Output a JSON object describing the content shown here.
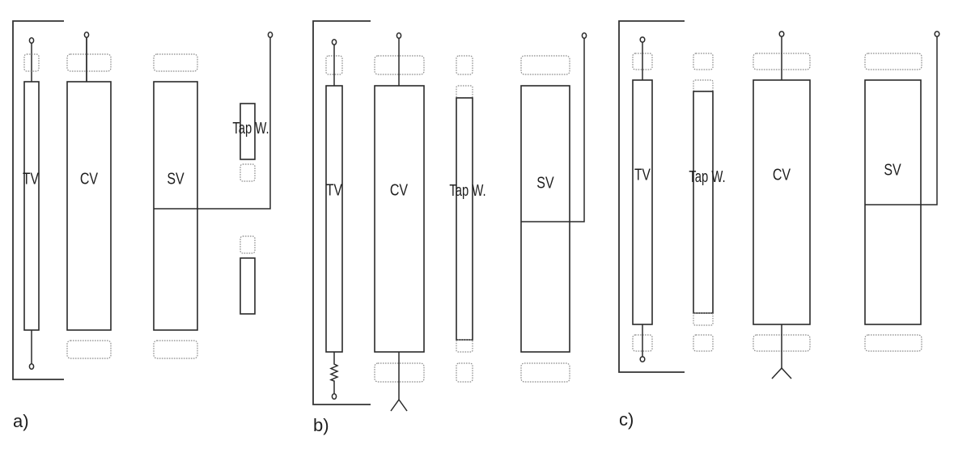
{
  "figure": {
    "description": "Three schematic configurations of a vessel arrangement with terminals, dashed placeholder blocks and connecting lines",
    "colors": {
      "line": "#2a2a2a",
      "dashed_outline": "#8a8a8a",
      "background": "#ffffff"
    }
  },
  "panels": [
    {
      "id": "a",
      "label": "a)",
      "components": {
        "tv": "TV",
        "cv": "CV",
        "sv": "SV",
        "tap_w": "Tap W."
      },
      "symbols": [
        "bracket",
        "terminal",
        "terminal",
        "terminal",
        "terminal"
      ]
    },
    {
      "id": "b",
      "label": "b)",
      "components": {
        "tv": "TV",
        "cv": "CV",
        "tap_w": "Tap W.",
        "sv": "SV"
      },
      "symbols": [
        "bracket",
        "terminal",
        "terminal",
        "terminal",
        "spring",
        "drain"
      ]
    },
    {
      "id": "c",
      "label": "c)",
      "components": {
        "tv": "TV",
        "tap_w": "Tap W.",
        "cv": "CV",
        "sv": "SV"
      },
      "symbols": [
        "bracket",
        "terminal",
        "terminal",
        "terminal",
        "terminal",
        "drain"
      ]
    }
  ]
}
